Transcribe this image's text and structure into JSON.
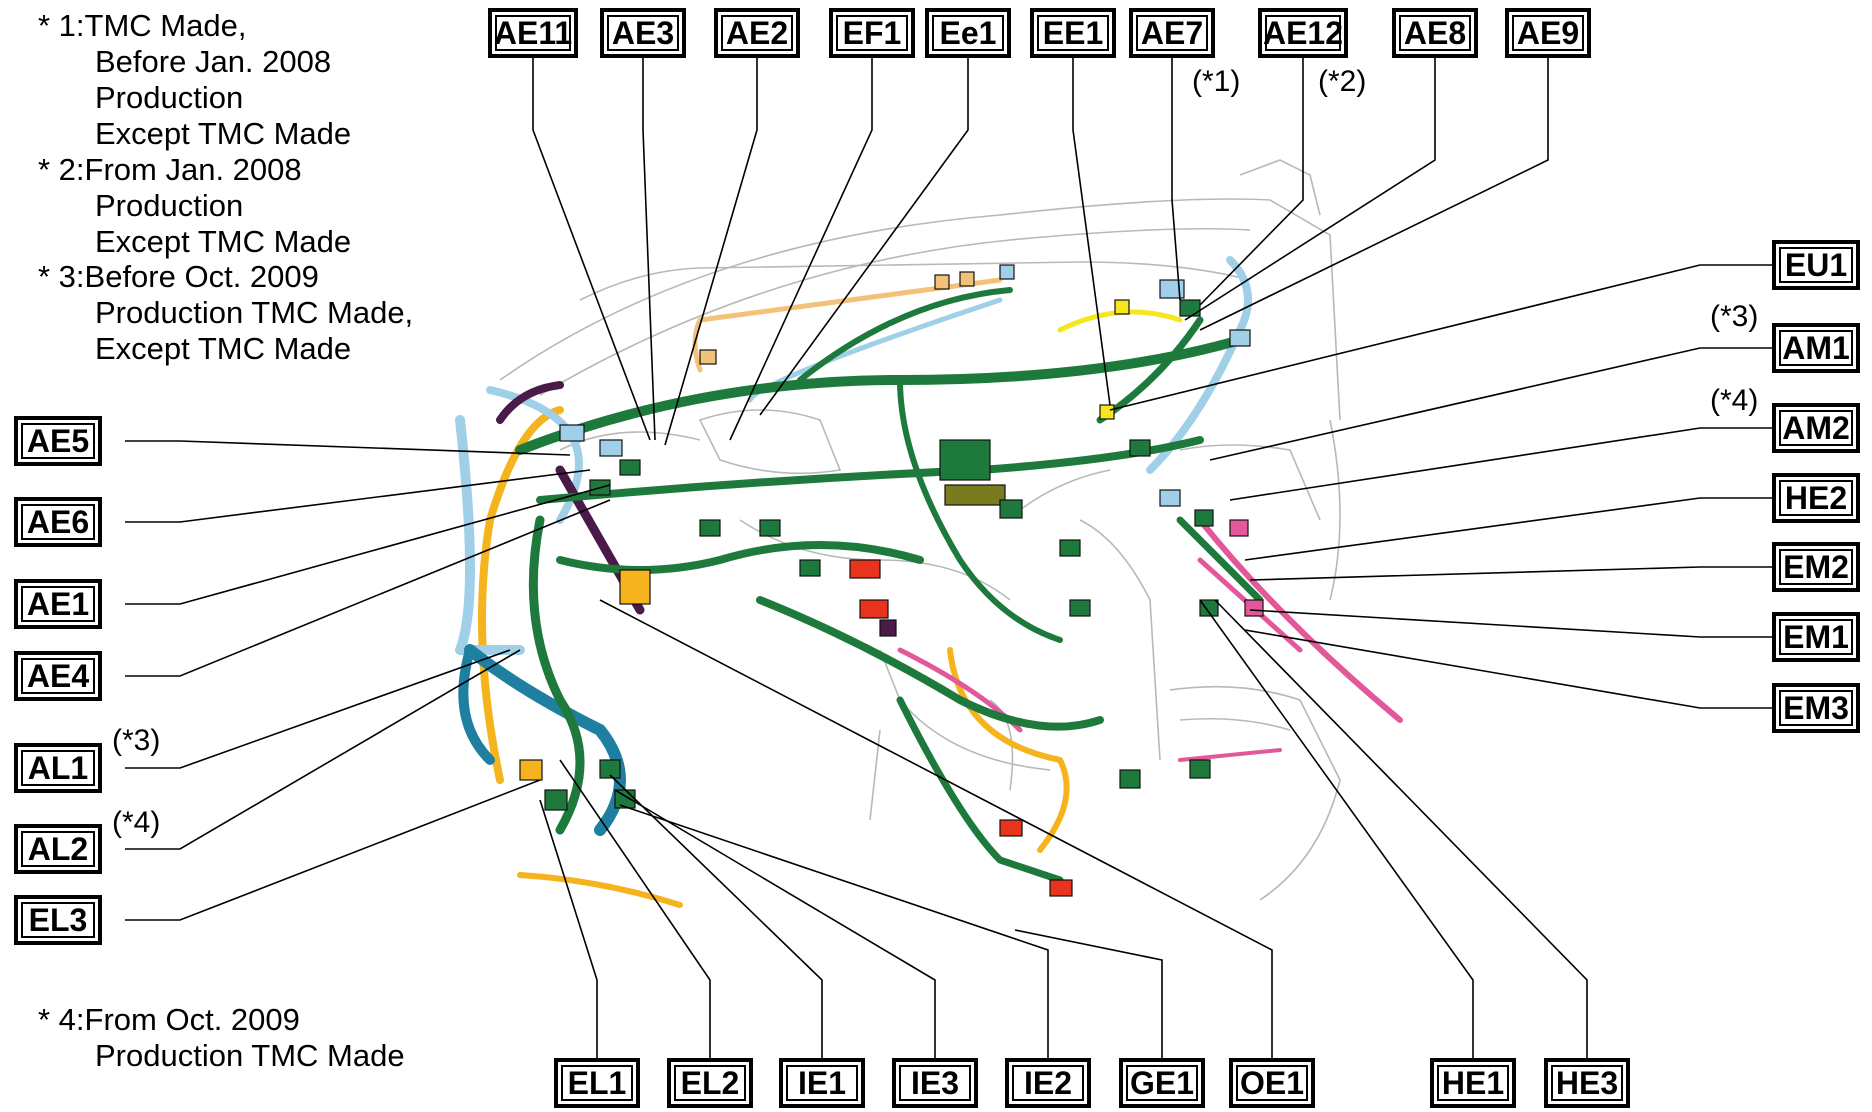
{
  "notes": [
    {
      "id": "n1",
      "lines": [
        "* 1:TMC Made,",
        "Before Jan. 2008",
        "Production",
        "Except TMC Made"
      ]
    },
    {
      "id": "n2",
      "lines": [
        "* 2:From Jan. 2008",
        "Production",
        "Except TMC Made"
      ]
    },
    {
      "id": "n3",
      "lines": [
        "* 3:Before Oct. 2009",
        "Production TMC Made,",
        "Except TMC Made"
      ]
    },
    {
      "id": "n4",
      "lines": [
        "* 4:From Oct. 2009",
        "Production TMC Made"
      ]
    }
  ],
  "connectors": [
    "AE11",
    "AE3",
    "AE2",
    "EF1",
    "Ee1",
    "EE1",
    "AE7",
    "AE12",
    "AE8",
    "AE9",
    "EU1",
    "AM1",
    "AM2",
    "HE2",
    "EM2",
    "EM1",
    "EM3",
    "AE5",
    "AE6",
    "AE1",
    "AE4",
    "AL1",
    "AL2",
    "EL3",
    "EL1",
    "EL2",
    "IE1",
    "IE3",
    "IE2",
    "GE1",
    "OE1",
    "HE1",
    "HE3"
  ],
  "qualifiers": {
    "q1": "(*1)",
    "q2": "(*2)",
    "q3": "(*3)",
    "q4": "(*4)"
  },
  "colors": {
    "harness_main": "#1e7a3c",
    "harness_light_blue": "#9fd0e8",
    "harness_blue": "#1f7fa0",
    "harness_orange": "#f5b41e",
    "harness_purple": "#4a1a48",
    "harness_pink": "#e2589a",
    "connector_red": "#e8341c",
    "connector_yellow": "#f5e61e",
    "connector_tan": "#f2c27a",
    "connector_olive": "#7a7a1e",
    "outline": "#b0b0b0"
  }
}
